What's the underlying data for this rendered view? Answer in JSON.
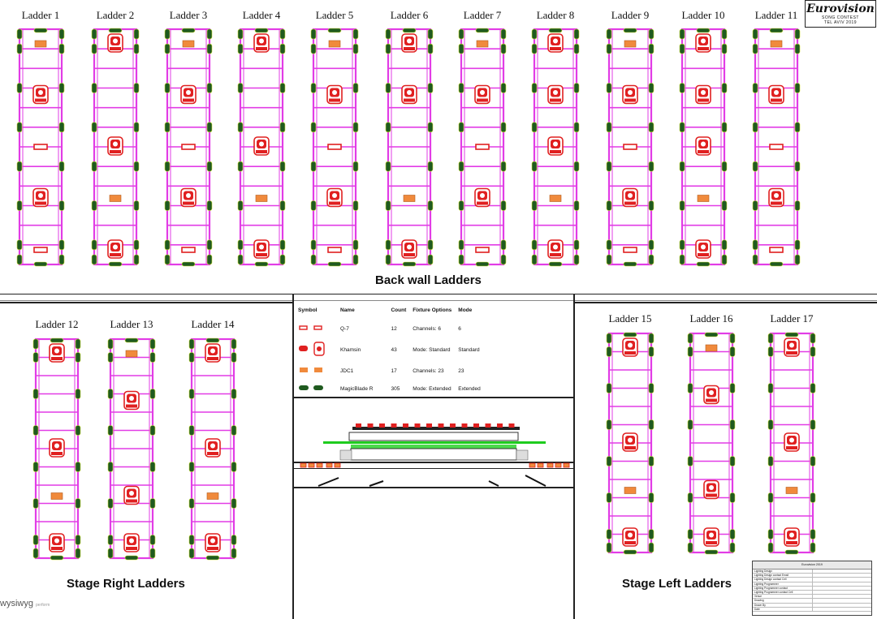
{
  "brand": {
    "logo_main": "Eurovision",
    "logo_sub1": "SONG CONTEST",
    "logo_sub2": "TEL AVIV 2019"
  },
  "sections": {
    "back_wall": "Back wall Ladders",
    "stage_right": "Stage Right Ladders",
    "stage_left": "Stage Left Ladders"
  },
  "colors": {
    "frame": "#e23ce6",
    "khamsin": "#e02020",
    "jdc1": "#f08a3c",
    "magicblade": "#1f5a1f",
    "led_green": "#1ecc1e"
  },
  "legend": {
    "headers": [
      "Symbol",
      "Name",
      "Count",
      "Fixture Options",
      "Mode"
    ],
    "rows": [
      {
        "symbol": "q7-icon",
        "name": "Q-7",
        "count": "12",
        "options": "Channels: 6",
        "mode": "6"
      },
      {
        "symbol": "khamsin-icon",
        "name": "Khamsin",
        "count": "43",
        "options": "Mode: Standard",
        "mode": "Standard"
      },
      {
        "symbol": "jdc1-icon",
        "name": "JDC1",
        "count": "17",
        "options": "Channels: 23",
        "mode": "23"
      },
      {
        "symbol": "magicblade-icon",
        "name": "MagicBlade R",
        "count": "305",
        "options": "Mode: Extended",
        "mode": "Extended"
      }
    ]
  },
  "title_block": {
    "header": "Eurovision 2019",
    "rows": [
      [
        "Lighting Design",
        ""
      ],
      [
        "Lighting Design contact Email",
        ""
      ],
      [
        "Lighting Design contact Cell",
        ""
      ],
      [
        "Lighting Programmer",
        ""
      ],
      [
        "Lighting Programmer contact",
        ""
      ],
      [
        "Lighting Programmer contact Cell",
        ""
      ],
      [
        "Venue",
        ""
      ],
      [
        "Drawing",
        ""
      ],
      [
        "Drawn By",
        ""
      ],
      [
        "Date",
        ""
      ]
    ]
  },
  "footer": {
    "software": "wysiwyg",
    "software_sub": "perform"
  },
  "ladders": [
    {
      "label": "Ladder 1",
      "slots": [
        "jdc1",
        "khamsin",
        "q7",
        "khamsin",
        "q7"
      ]
    },
    {
      "label": "Ladder 2",
      "slots": [
        "khamsin",
        "",
        "khamsin",
        "jdc1",
        "khamsin"
      ]
    },
    {
      "label": "Ladder 3",
      "slots": [
        "jdc1",
        "khamsin",
        "q7",
        "khamsin",
        "q7"
      ]
    },
    {
      "label": "Ladder 4",
      "slots": [
        "khamsin",
        "",
        "khamsin",
        "jdc1",
        "khamsin"
      ]
    },
    {
      "label": "Ladder 5",
      "slots": [
        "jdc1",
        "khamsin",
        "q7",
        "khamsin",
        "q7"
      ]
    },
    {
      "label": "Ladder 6",
      "slots": [
        "khamsin",
        "khamsin",
        "",
        "jdc1",
        "khamsin"
      ]
    },
    {
      "label": "Ladder 7",
      "slots": [
        "jdc1",
        "khamsin",
        "q7",
        "khamsin",
        "q7"
      ]
    },
    {
      "label": "Ladder 8",
      "slots": [
        "khamsin",
        "khamsin",
        "khamsin",
        "jdc1",
        "khamsin"
      ]
    },
    {
      "label": "Ladder 9",
      "slots": [
        "jdc1",
        "khamsin",
        "q7",
        "khamsin",
        "q7"
      ]
    },
    {
      "label": "Ladder 10",
      "slots": [
        "khamsin",
        "khamsin",
        "khamsin",
        "jdc1",
        "khamsin"
      ]
    },
    {
      "label": "Ladder 11",
      "slots": [
        "jdc1",
        "khamsin",
        "q7",
        "khamsin",
        "q7"
      ]
    },
    {
      "label": "Ladder 12",
      "slots": [
        "khamsin",
        "",
        "khamsin",
        "jdc1",
        "khamsin"
      ]
    },
    {
      "label": "Ladder 13",
      "slots": [
        "jdc1",
        "khamsin",
        "",
        "khamsin",
        "khamsin"
      ]
    },
    {
      "label": "Ladder 14",
      "slots": [
        "khamsin",
        "",
        "khamsin",
        "jdc1",
        "khamsin"
      ]
    },
    {
      "label": "Ladder 15",
      "slots": [
        "khamsin",
        "",
        "khamsin",
        "jdc1",
        "khamsin"
      ]
    },
    {
      "label": "Ladder 16",
      "slots": [
        "jdc1",
        "khamsin",
        "",
        "khamsin",
        "khamsin"
      ]
    },
    {
      "label": "Ladder 17",
      "slots": [
        "khamsin",
        "",
        "khamsin",
        "jdc1",
        "khamsin"
      ]
    }
  ]
}
